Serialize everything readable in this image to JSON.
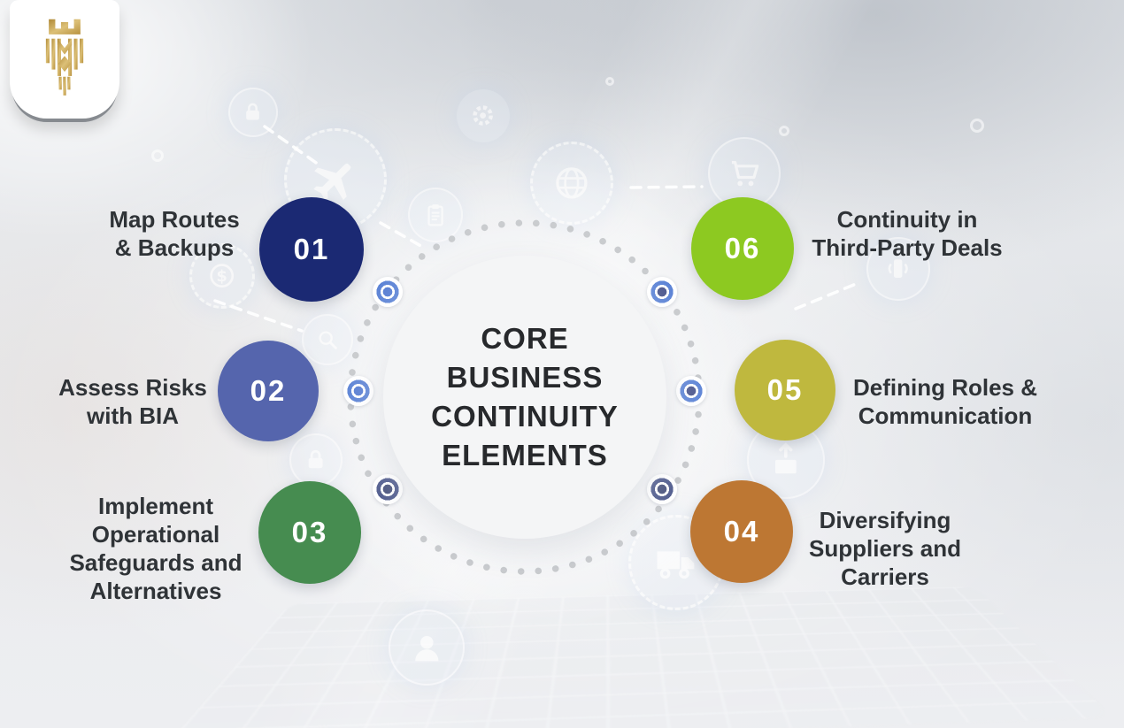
{
  "page": {
    "title": "Core Business Continuity Elements infographic"
  },
  "logo": {
    "name": "gold-crest-logo"
  },
  "center": {
    "title_lines": [
      "CORE",
      "BUSINESS",
      "CONTINUITY",
      "ELEMENTS"
    ],
    "title_text": "CORE\nBUSINESS\nCONTINUITY\nELEMENTS"
  },
  "items": [
    {
      "id": "01",
      "label_lines": [
        "Map Routes",
        "& Backups"
      ],
      "color": "#1b2973"
    },
    {
      "id": "02",
      "label_lines": [
        "Assess Risks",
        "with BIA"
      ],
      "color": "#5565ad"
    },
    {
      "id": "03",
      "label_lines": [
        "Implement",
        "Operational",
        "Safeguards and",
        "Alternatives"
      ],
      "color": "#468c50"
    },
    {
      "id": "04",
      "label_lines": [
        "Diversifying",
        "Suppliers and",
        "Carriers"
      ],
      "color": "#bd7733"
    },
    {
      "id": "05",
      "label_lines": [
        "Defining Roles &",
        "Communication"
      ],
      "color": "#bfb83e"
    },
    {
      "id": "06",
      "label_lines": [
        "Continuity in",
        "Third-Party Deals"
      ],
      "color": "#8dc921"
    }
  ],
  "decor": {
    "bullseyes": [
      {
        "ring": "#2b5ec9",
        "center": "#2456c5"
      },
      {
        "ring": "#2b5ec9",
        "center": "#16246b"
      },
      {
        "ring": "#2b5ec9",
        "center": "#2456c5"
      },
      {
        "ring": "#2b5ec9",
        "center": "#16246b"
      },
      {
        "ring": "#1b2a6b",
        "center": "#131f56"
      },
      {
        "ring": "#1b2a6b",
        "center": "#131f56"
      }
    ],
    "background_icons": [
      {
        "name": "lock-icon"
      },
      {
        "name": "airplane-icon"
      },
      {
        "name": "gear-icon"
      },
      {
        "name": "clipboard-icon"
      },
      {
        "name": "globe-icon"
      },
      {
        "name": "cart-icon"
      },
      {
        "name": "phone-signal-icon"
      },
      {
        "name": "dollar-icon"
      },
      {
        "name": "search-icon"
      },
      {
        "name": "lock-icon"
      },
      {
        "name": "person-icon"
      },
      {
        "name": "shipment-icon"
      },
      {
        "name": "truck-icon"
      }
    ]
  },
  "colors": {
    "background": "#e9ebee",
    "center_circle": "#f4f5f6",
    "title_text": "#27292c",
    "label_text": "#2f3337",
    "dotted_ring": "#b2b5b9",
    "logo_gold": "#c9a44e"
  }
}
